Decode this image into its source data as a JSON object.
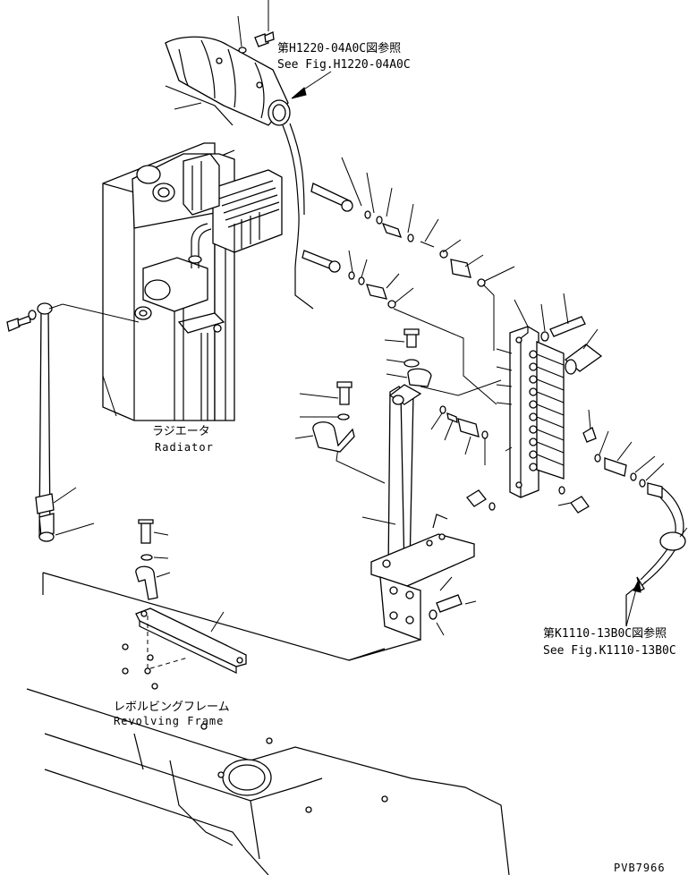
{
  "labels": {
    "ref_top_jp": "第H1220-04A0C図参照",
    "ref_top_en": "See Fig.H1220-04A0C",
    "radiator_jp": "ラジエータ",
    "radiator_en": "Radiator",
    "frame_jp": "レボルビングフレーム",
    "frame_en": "Revolving Frame",
    "ref_right_jp": "第K1110-13B0C図参照",
    "ref_right_en": "See Fig.K1110-13B0C",
    "drawing_id": "PVB7966"
  },
  "colors": {
    "ink": "#000000",
    "paper": "#ffffff"
  }
}
